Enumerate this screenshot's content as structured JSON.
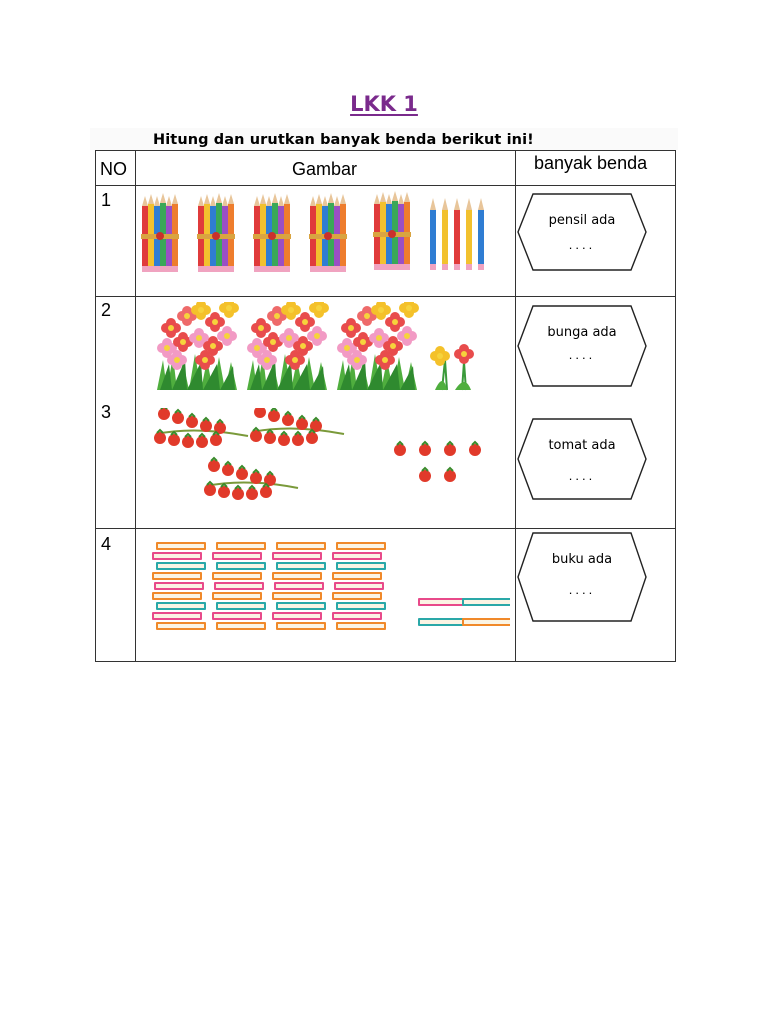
{
  "title": "LKK 1",
  "instruction": "Hitung dan urutkan banyak benda berikut ini!",
  "table": {
    "headers": {
      "no": "NO",
      "picture": "Gambar",
      "count": "banyak benda"
    },
    "rows": [
      {
        "no": "1",
        "label": "pensil ada",
        "dots": "....",
        "icon": "pencil-bundles-icon"
      },
      {
        "no": "2",
        "label": "bunga ada",
        "dots": "....",
        "icon": "flower-bunches-icon"
      },
      {
        "no": "3",
        "label": "tomat ada",
        "dots": "....",
        "icon": "tomato-clusters-icon"
      },
      {
        "no": "4",
        "label": "buku ada",
        "dots": "....",
        "icon": "book-stacks-icon"
      }
    ]
  },
  "colors": {
    "title": "#7a2a8c",
    "border": "#333333"
  }
}
